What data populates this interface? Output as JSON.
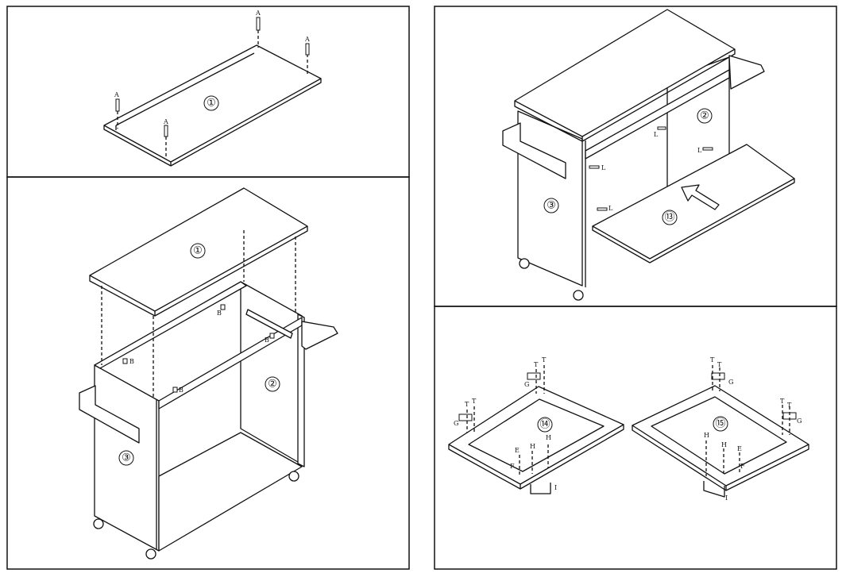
{
  "panels": {
    "step1": {
      "part": "①",
      "screws": [
        "A",
        "A",
        "A",
        "A"
      ]
    },
    "step2": {
      "parts": [
        "①",
        "②",
        "③"
      ],
      "hardware": [
        "B",
        "B",
        "B",
        "B"
      ]
    },
    "step3": {
      "parts": [
        "②",
        "③",
        "⑬"
      ],
      "hardware": [
        "L",
        "L",
        "L",
        "L"
      ]
    },
    "step4": {
      "frame14": {
        "part": "⑭",
        "hardware": [
          "T",
          "T",
          "T",
          "T",
          "G",
          "G",
          "E",
          "F",
          "H",
          "H",
          "I"
        ]
      },
      "frame15": {
        "part": "⑮",
        "hardware": [
          "T",
          "T",
          "T",
          "T",
          "G",
          "G",
          "H",
          "H",
          "E",
          "F",
          "I"
        ]
      }
    }
  }
}
